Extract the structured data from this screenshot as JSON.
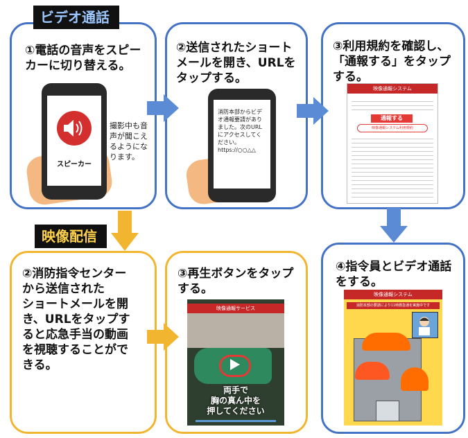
{
  "labels": {
    "video_call": "ビデオ通話",
    "video_delivery": "映像配信"
  },
  "step1": {
    "line1": "①電話の音声をスピー",
    "line2": "カーに切り替える。",
    "speaker_label": "スピーカー",
    "note_line1": "撮影中も音",
    "note_line2": "声が聞こえ",
    "note_line3": "るようにな",
    "note_line4": "ります。"
  },
  "step2": {
    "line1": "②送信されたショート",
    "line2": "メールを開き、URLを",
    "line3": "タップする。",
    "sms": "消防本部からビデ\n オ通報要請があり\n ました。次のURL\n にアクセスしてく\n ださい。\n https://○○△△"
  },
  "step3": {
    "line1": "③利用規約を確認し、",
    "line2": "「通報する」をタップ",
    "line3": "する。",
    "app_title": "映像通報システム",
    "report_button": "通報する",
    "terms_link": "映像通報システム利用規約"
  },
  "step4": {
    "line1": "④指令員とビデオ通話",
    "line2": "をする。",
    "app_title": "映像通報システム",
    "banner": "消防本部の要請により11時救急通を実施中です"
  },
  "stepB2": {
    "line1": "②消防指令センター",
    "line2": "から送信された",
    "line3": "ショートメールを開",
    "line4": "き、URLをタップす",
    "line5": "ると応急手当の動画",
    "line6": "を視聴することがで",
    "line7": "きる。"
  },
  "stepB3": {
    "line1": "③再生ボタンをタップ",
    "line2": "する。",
    "app_title": "映像通報サービス",
    "caption1": "両手で",
    "caption2": "胸の真ん中を",
    "caption3": "押してください"
  }
}
